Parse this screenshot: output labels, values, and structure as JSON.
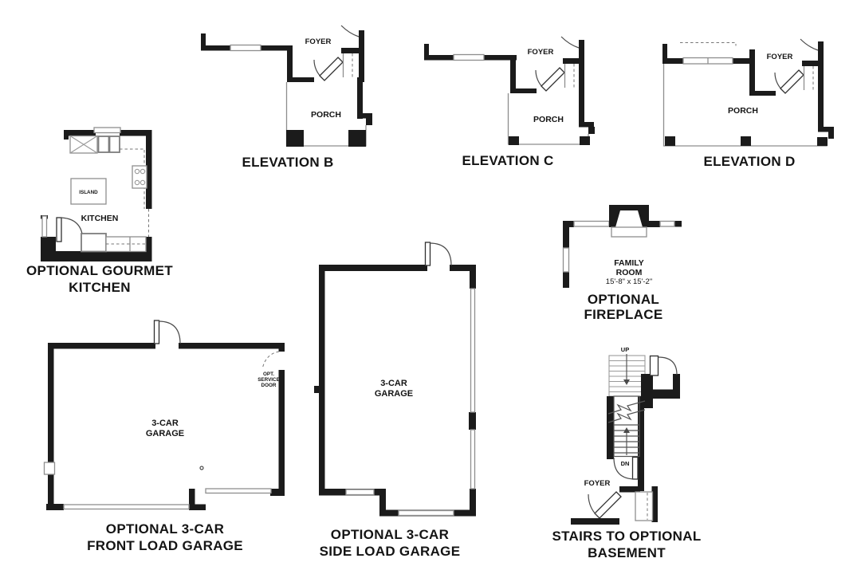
{
  "sheet_title": "Floor plan options sheet",
  "colors": {
    "wall": "#1b1b1b",
    "thin_line": "#8e8e8e",
    "text": "#141414",
    "background": "#ffffff"
  },
  "figures": {
    "elevation_b": {
      "caption": "ELEVATION B",
      "foyer": "FOYER",
      "porch": "PORCH"
    },
    "elevation_c": {
      "caption": "ELEVATION C",
      "foyer": "FOYER",
      "porch": "PORCH"
    },
    "elevation_d": {
      "caption": "ELEVATION D",
      "foyer": "FOYER",
      "porch": "PORCH"
    },
    "gourmet_kitchen": {
      "caption_line1": "OPTIONAL GOURMET",
      "caption_line2": "KITCHEN",
      "island_label": "ISLAND",
      "room_label": "KITCHEN"
    },
    "fireplace": {
      "caption_line1": "OPTIONAL",
      "caption_line2": "FIREPLACE",
      "room_line1": "FAMILY",
      "room_line2": "ROOM",
      "room_dimensions": "15'-8\" x 15'-2\""
    },
    "front_garage": {
      "caption_line1": "OPTIONAL 3-CAR",
      "caption_line2": "FRONT LOAD GARAGE",
      "room_line1": "3-CAR",
      "room_line2": "GARAGE",
      "service_door_line1": "OPT.",
      "service_door_line2": "SERVICE",
      "service_door_line3": "DOOR"
    },
    "side_garage": {
      "caption_line1": "OPTIONAL 3-CAR",
      "caption_line2": "SIDE LOAD GARAGE",
      "room_line1": "3-CAR",
      "room_line2": "GARAGE"
    },
    "stairs": {
      "caption_line1": "STAIRS TO OPTIONAL",
      "caption_line2": "BASEMENT",
      "up_label": "UP",
      "down_label": "DN",
      "foyer_label": "FOYER"
    }
  }
}
